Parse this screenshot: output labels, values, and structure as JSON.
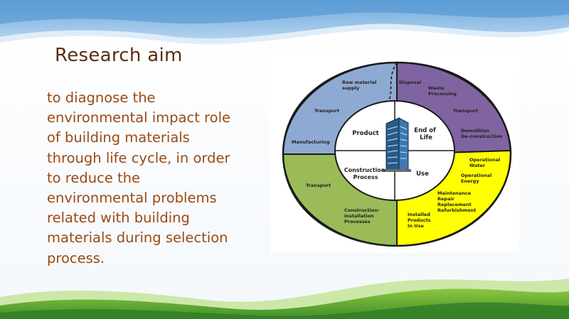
{
  "slide": {
    "title": "Research aim",
    "body_lines": [
      "to diagnose the",
      "environmental impact role",
      "of building materials",
      "through life cycle, in order",
      "to reduce the",
      "environmental problems",
      "related with building",
      "materials during selection",
      "process."
    ]
  },
  "diagram": {
    "colors": {
      "blue": "#8faad2",
      "purple": "#8064a2",
      "green": "#9bbb59",
      "yellow": "#ffff00",
      "outline": "#1a1a1a"
    },
    "icon": "office-building-icon",
    "inner": {
      "product": "Product",
      "end_of_life": [
        "End of",
        "Life"
      ],
      "construction_process": [
        "Construction",
        "Process"
      ],
      "use": "Use"
    },
    "blue": {
      "raw_material_supply": [
        "Raw material",
        "supply"
      ],
      "transport": "Transport",
      "manufacturing": "Manufacturing"
    },
    "purple": {
      "disposal": "Disposal",
      "waste_processing": [
        "Waste",
        "Processing"
      ],
      "transport": "Transport",
      "demolition": [
        "Demolition",
        "De-construction"
      ]
    },
    "yellow": {
      "operational_water": [
        "Operational",
        "Water"
      ],
      "operational_energy": [
        "Operational",
        "Energy"
      ],
      "maintenance": [
        "Maintenance",
        "Repair",
        "Replacement",
        "Refurbishment"
      ],
      "installed_products": [
        "Installed",
        "Products",
        "In Use"
      ]
    },
    "green": {
      "transport": "Transport",
      "construction_installation": [
        "Construction-",
        "Installation",
        "Processes"
      ]
    }
  }
}
